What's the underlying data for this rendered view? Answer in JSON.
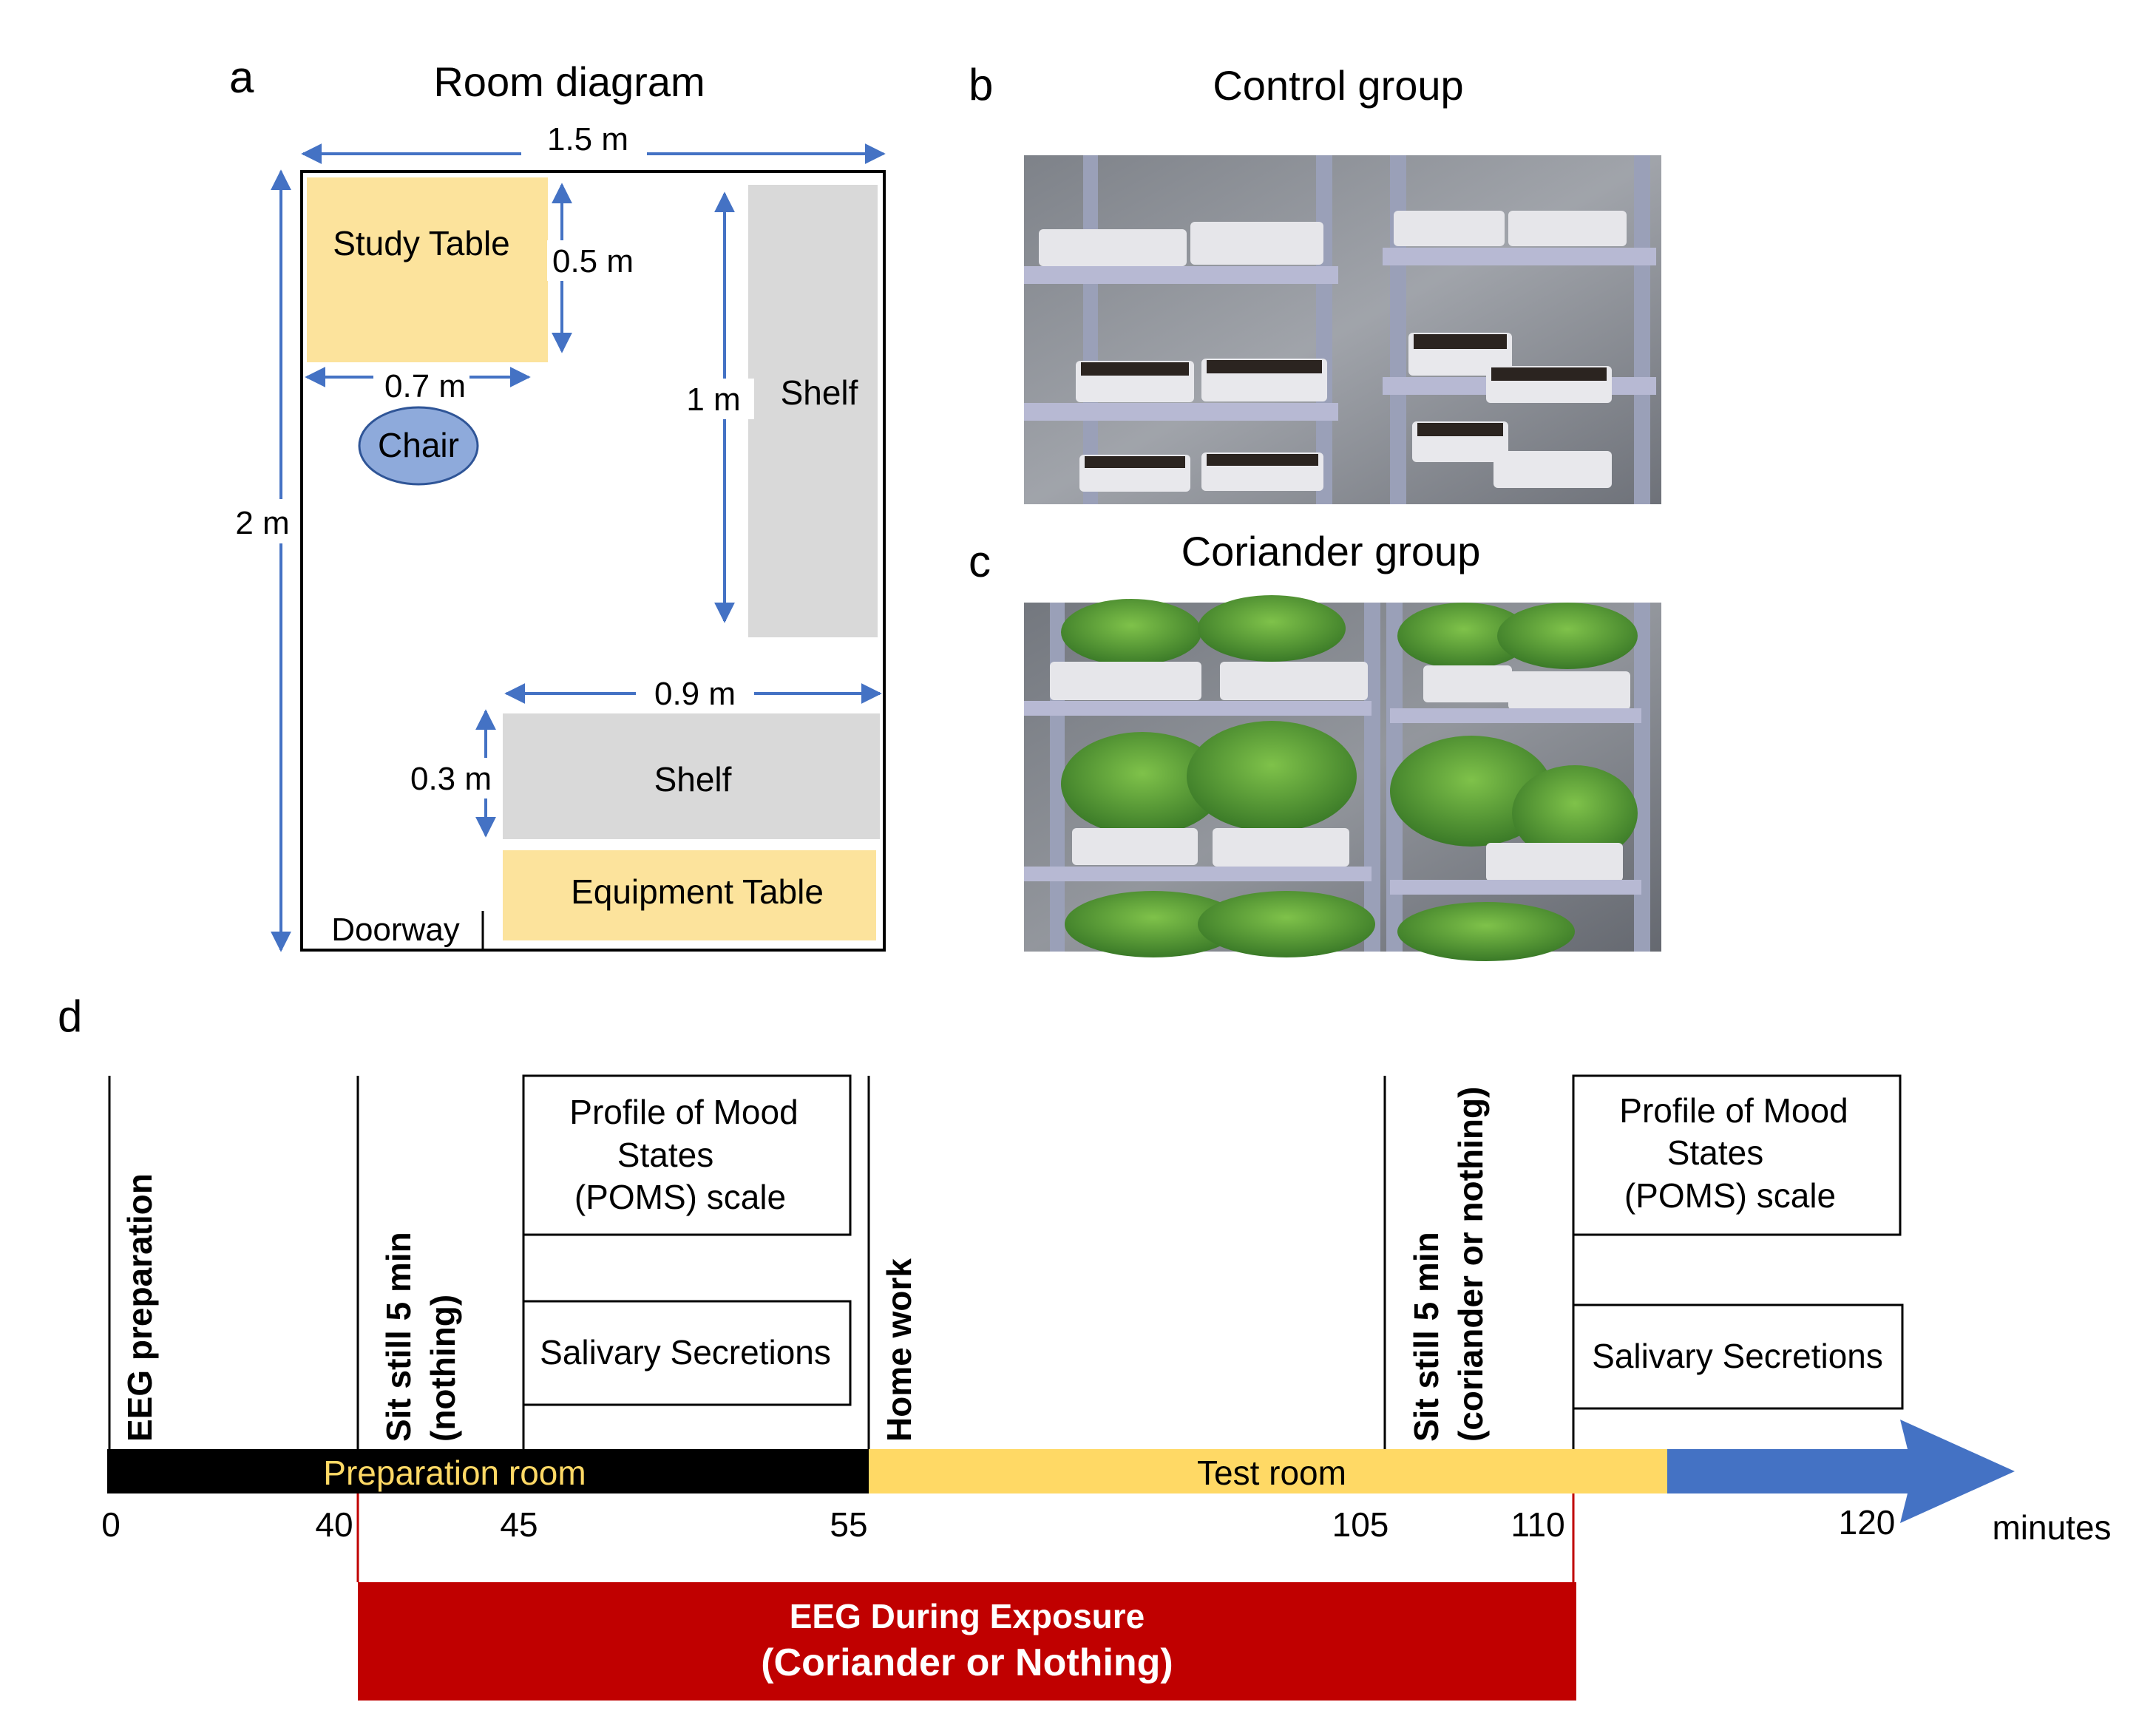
{
  "panels": {
    "a": "a",
    "b": "b",
    "c": "c",
    "d": "d"
  },
  "room": {
    "title": "Room diagram",
    "width_label": "1.5 m",
    "height_label": "2 m",
    "study_table": "Study Table",
    "study_table_height": "0.5 m",
    "study_table_width": "0.7 m",
    "chair": "Chair",
    "shelf_right": "Shelf",
    "shelf_right_height": "1 m",
    "shelf_bottom": "Shelf",
    "shelf_bottom_width": "0.9 m",
    "shelf_bottom_depth": "0.3 m",
    "equipment_table": "Equipment Table",
    "doorway": "Doorway"
  },
  "photos": {
    "control_title": "Control group",
    "coriander_title": "Coriander group"
  },
  "timeline": {
    "stage_eeg_prep": "EEG preparation",
    "stage_sit1_line1": "Sit still 5 min",
    "stage_sit1_line2": "(nothing)",
    "poms1_line1": "Profile of Mood",
    "poms1_line2": "States",
    "poms1_line3": "(POMS) scale",
    "saliva1": "Salivary Secretions",
    "stage_homework": "Home work",
    "stage_sit2_line1": "Sit still 5 min",
    "stage_sit2_line2": "(coriander or nothing)",
    "poms2_line1": "Profile of Mood",
    "poms2_line2": "States",
    "poms2_line3": "(POMS) scale",
    "saliva2": "Salivary Secretions",
    "prep_room": "Preparation room",
    "test_room": "Test room",
    "ticks": [
      "0",
      "40",
      "45",
      "55",
      "105",
      "110",
      "120"
    ],
    "unit": "minutes",
    "eeg_line1": "EEG During Exposure",
    "eeg_line2": "(Coriander or Nothing)"
  },
  "colors": {
    "table_yellow": "#FCE39C",
    "shelf_gray": "#D9D9D9",
    "chair_blue": "#8EAADB",
    "arrow_blue": "#4472C4",
    "prep_black": "#000000",
    "test_yellow": "#FFD965",
    "eeg_red": "#C00000"
  }
}
